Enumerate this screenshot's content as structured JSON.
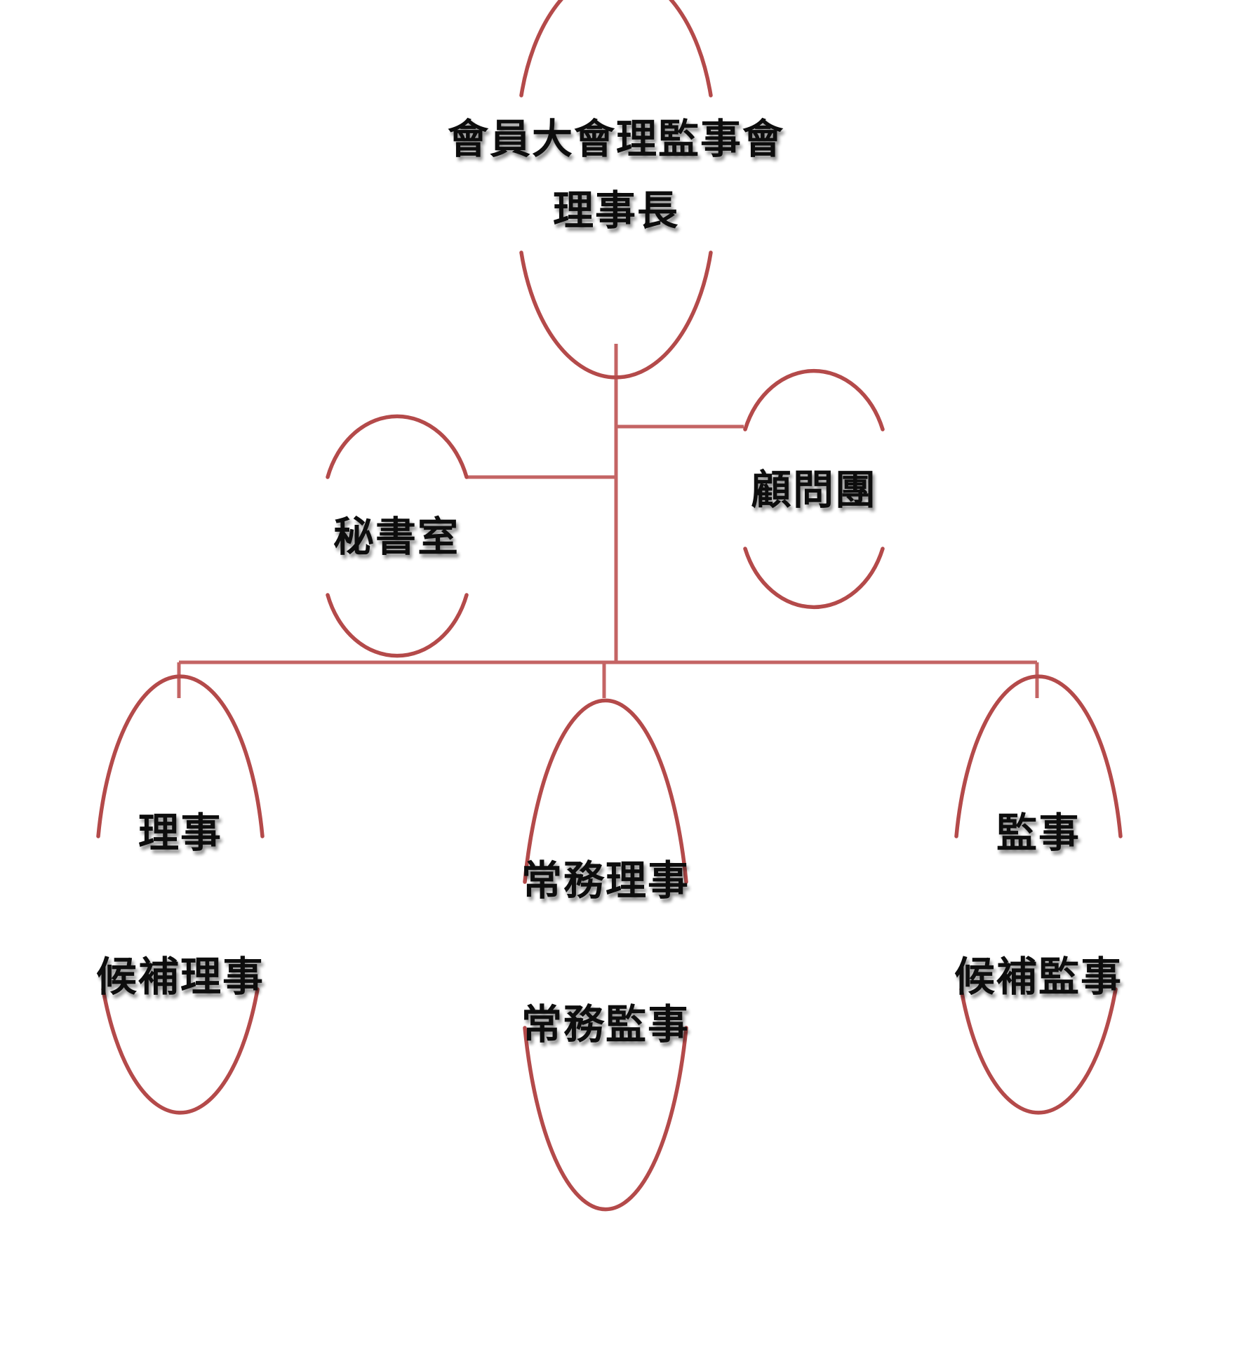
{
  "colors": {
    "ellipse_stroke": "#b44a4a",
    "connector": "#c46464",
    "text": "#111111",
    "background": "#ffffff"
  },
  "nodes": {
    "top": {
      "line1": "會員大會理監事會",
      "line2": "理事長"
    },
    "secretariat": {
      "label": "秘書室"
    },
    "advisory": {
      "label": "顧問團"
    },
    "directors": {
      "line1": "理事",
      "line2": "候補理事"
    },
    "standing": {
      "line1": "常務理事",
      "line2": "常務監事"
    },
    "supervisors": {
      "line1": "監事",
      "line2": "候補監事"
    }
  }
}
